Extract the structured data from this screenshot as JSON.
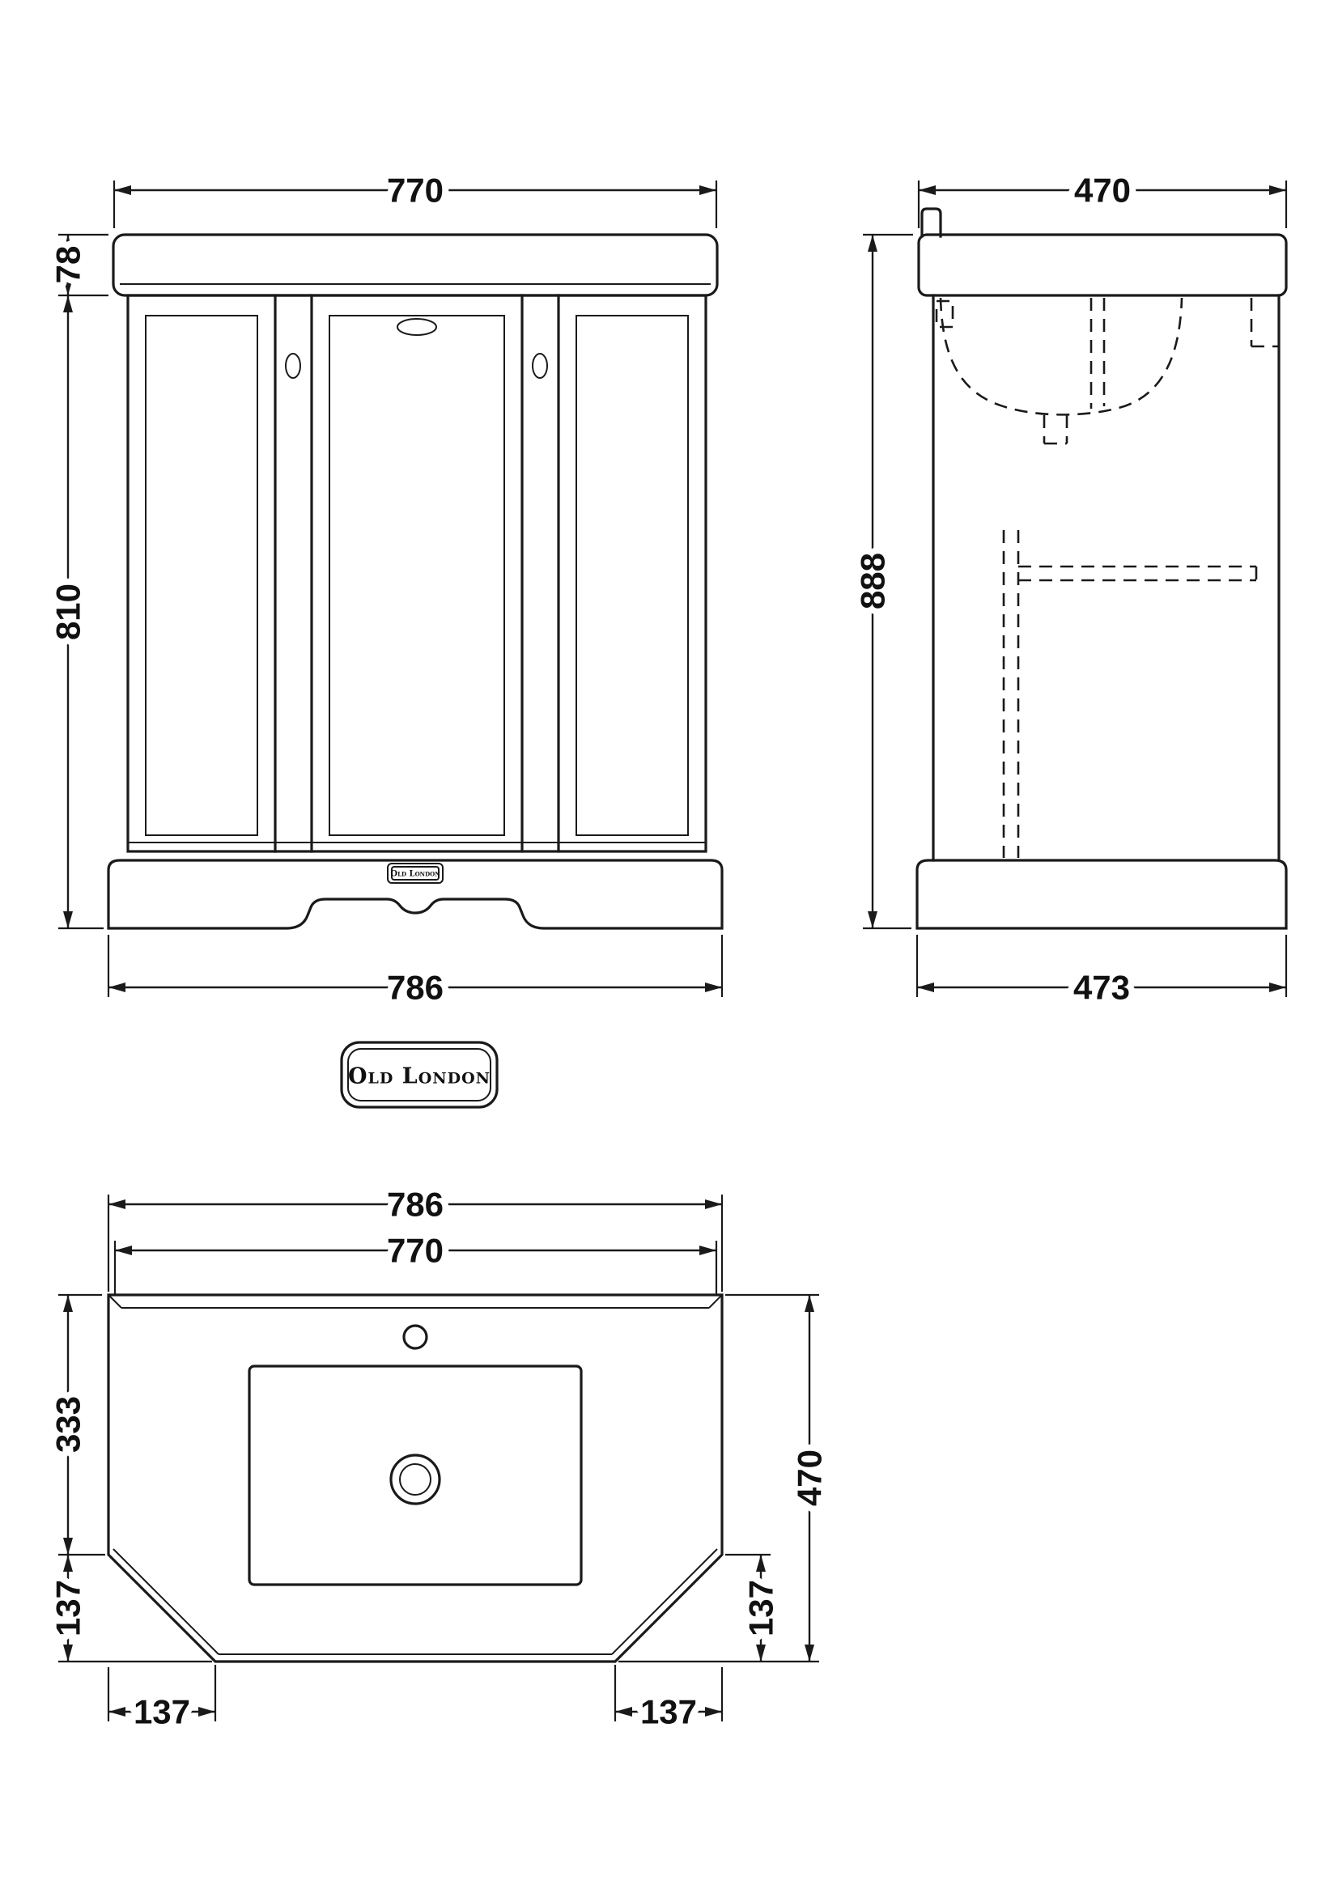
{
  "brand": {
    "badge_text": "Old London",
    "plinth_plate_text": "Old London"
  },
  "front_view": {
    "dim_width_top": "770",
    "dim_basin_height": "78",
    "dim_cabinet_height": "810",
    "dim_width_bottom": "786"
  },
  "side_view": {
    "dim_depth_top": "470",
    "dim_height": "888",
    "dim_depth_bottom": "473"
  },
  "plan_view": {
    "dim_overall_width": "786",
    "dim_basin_width": "770",
    "dim_side_depth": "333",
    "dim_left_chamfer_depth": "137",
    "dim_overall_depth": "470",
    "dim_right_chamfer_depth": "137",
    "dim_chamfer_width_left": "137",
    "dim_chamfer_width_right": "137"
  },
  "colors": {
    "line": "#1a1a1a",
    "background": "#ffffff"
  }
}
